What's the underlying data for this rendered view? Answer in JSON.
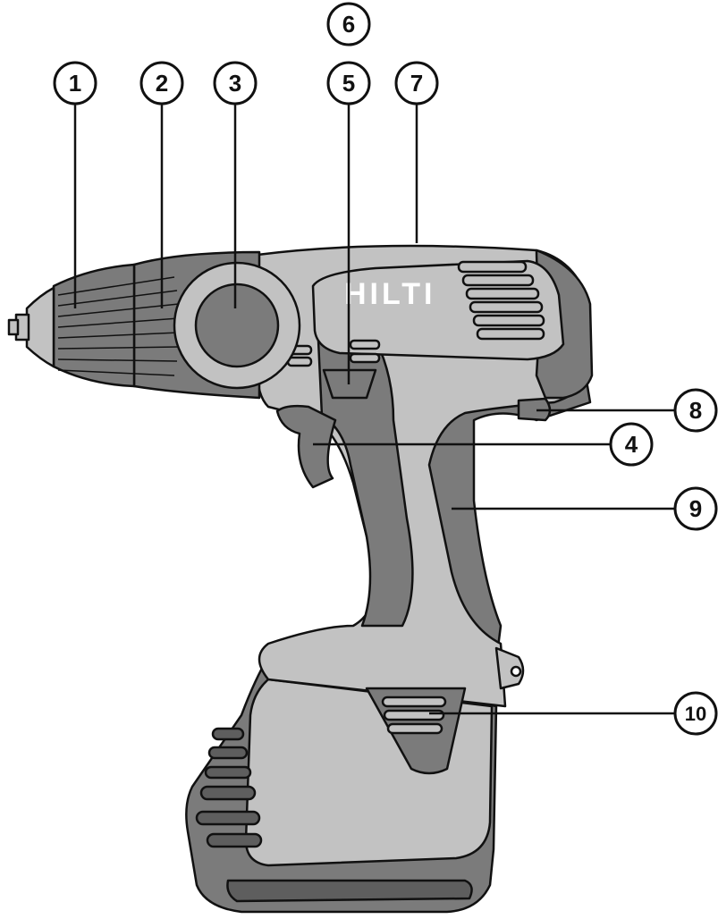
{
  "brand": {
    "logo_text": "HILTI"
  },
  "colors": {
    "light": "#c2c2c2",
    "dark": "#7b7b7b",
    "darker": "#5e5e5e",
    "outline": "#111111"
  },
  "callouts": [
    {
      "id": "c1",
      "number": "1"
    },
    {
      "id": "c2",
      "number": "2"
    },
    {
      "id": "c3",
      "number": "3"
    },
    {
      "id": "c4",
      "number": "4"
    },
    {
      "id": "c5",
      "number": "5"
    },
    {
      "id": "c6",
      "number": "6"
    },
    {
      "id": "c7",
      "number": "7"
    },
    {
      "id": "c8",
      "number": "8"
    },
    {
      "id": "c9",
      "number": "9"
    },
    {
      "id": "c10",
      "number": "10"
    }
  ]
}
